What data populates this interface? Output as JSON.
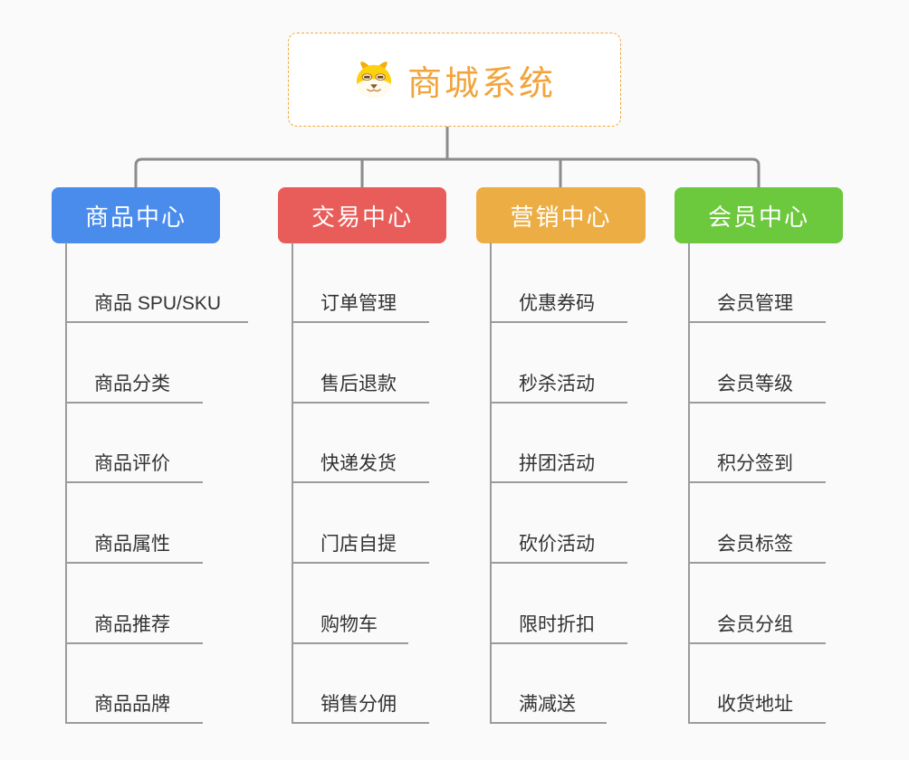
{
  "root": {
    "title": "商城系统",
    "icon": "dog-face-icon",
    "accent_color": "#f2a43c",
    "border_color": "#f2a73d"
  },
  "branches": [
    {
      "label": "商品中心",
      "color": "#4a8cec",
      "children": [
        "商品 SPU/SKU",
        "商品分类",
        "商品评价",
        "商品属性",
        "商品推荐",
        "商品品牌"
      ]
    },
    {
      "label": "交易中心",
      "color": "#e85d59",
      "children": [
        "订单管理",
        "售后退款",
        "快递发货",
        "门店自提",
        "购物车",
        "销售分佣"
      ]
    },
    {
      "label": "营销中心",
      "color": "#ecae44",
      "children": [
        "优惠券码",
        "秒杀活动",
        "拼团活动",
        "砍价活动",
        "限时折扣",
        "满减送"
      ]
    },
    {
      "label": "会员中心",
      "color": "#6cc83c",
      "children": [
        "会员管理",
        "会员等级",
        "积分签到",
        "会员标签",
        "会员分组",
        "收货地址"
      ]
    }
  ],
  "connector_color": "#8c8c8c",
  "canvas_background": "#fafafa"
}
